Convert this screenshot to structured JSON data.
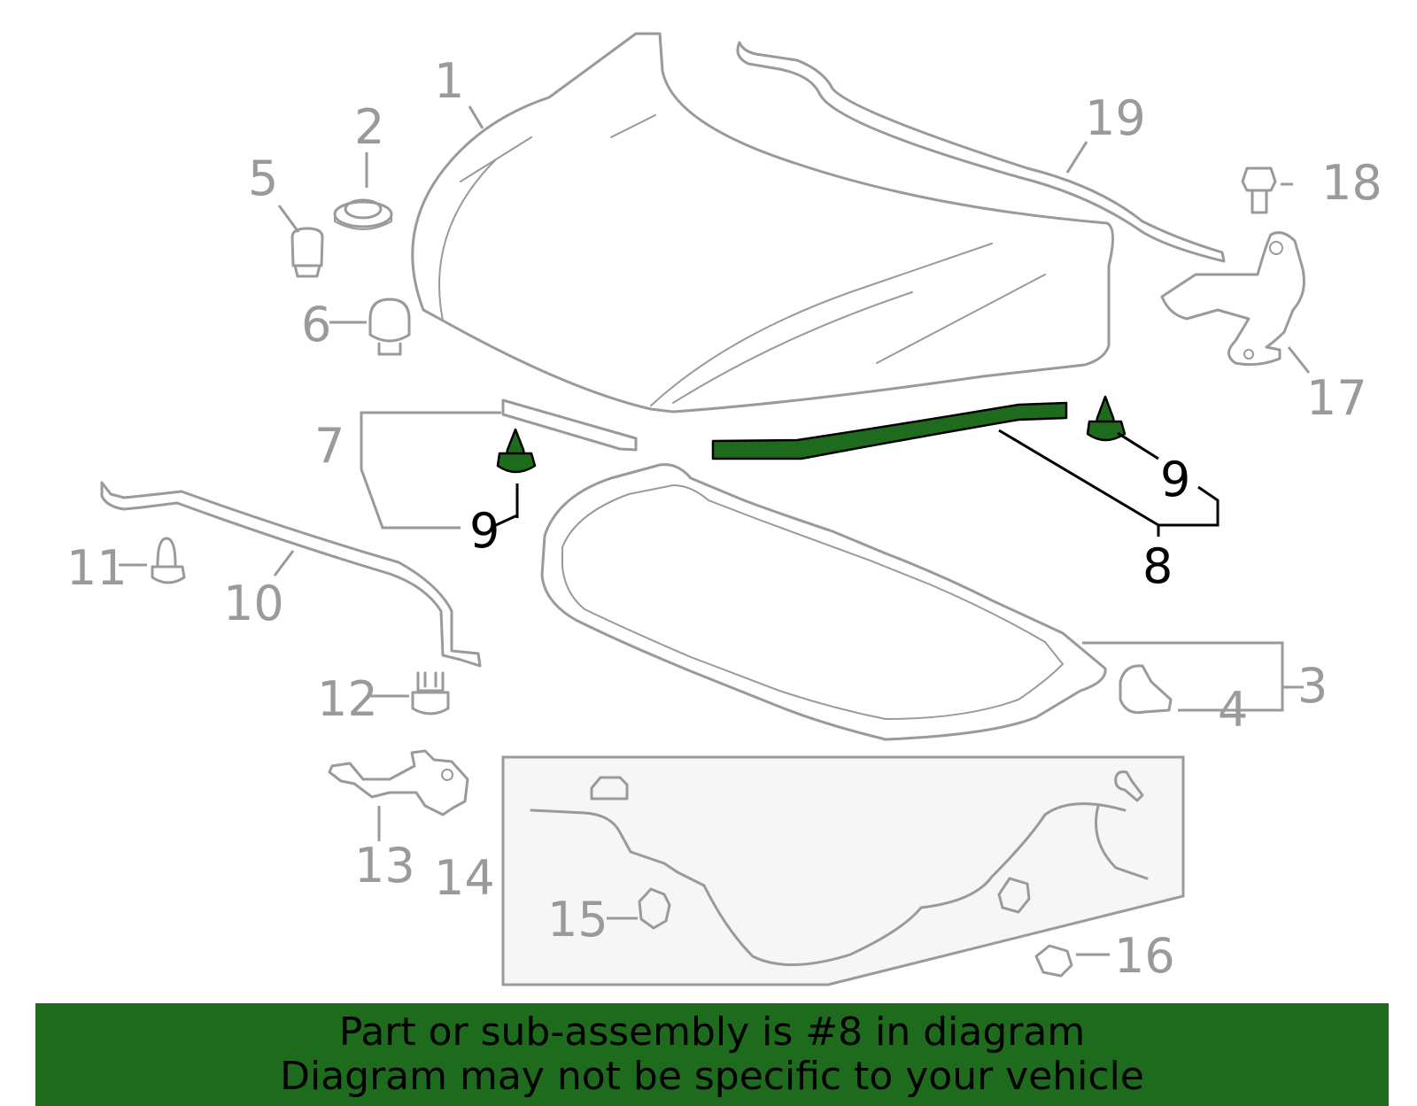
{
  "colors": {
    "line": "#9a9a9a",
    "highlight": "#1e6b1e",
    "banner": "#1e6b1e",
    "panel": "#f6f6f6"
  },
  "callouts": {
    "c1": "1",
    "c2": "2",
    "c3": "3",
    "c4": "4",
    "c5": "5",
    "c6": "6",
    "c7": "7",
    "c8": "8",
    "c9a": "9",
    "c9b": "9",
    "c10": "10",
    "c11": "11",
    "c12": "12",
    "c13": "13",
    "c14": "14",
    "c15": "15",
    "c16": "16",
    "c17": "17",
    "c18": "18",
    "c19": "19"
  },
  "highlighted_part": "8",
  "banner": {
    "line1": "Part or sub-assembly is #8 in diagram",
    "line2": "Diagram may not be specific to your vehicle"
  }
}
